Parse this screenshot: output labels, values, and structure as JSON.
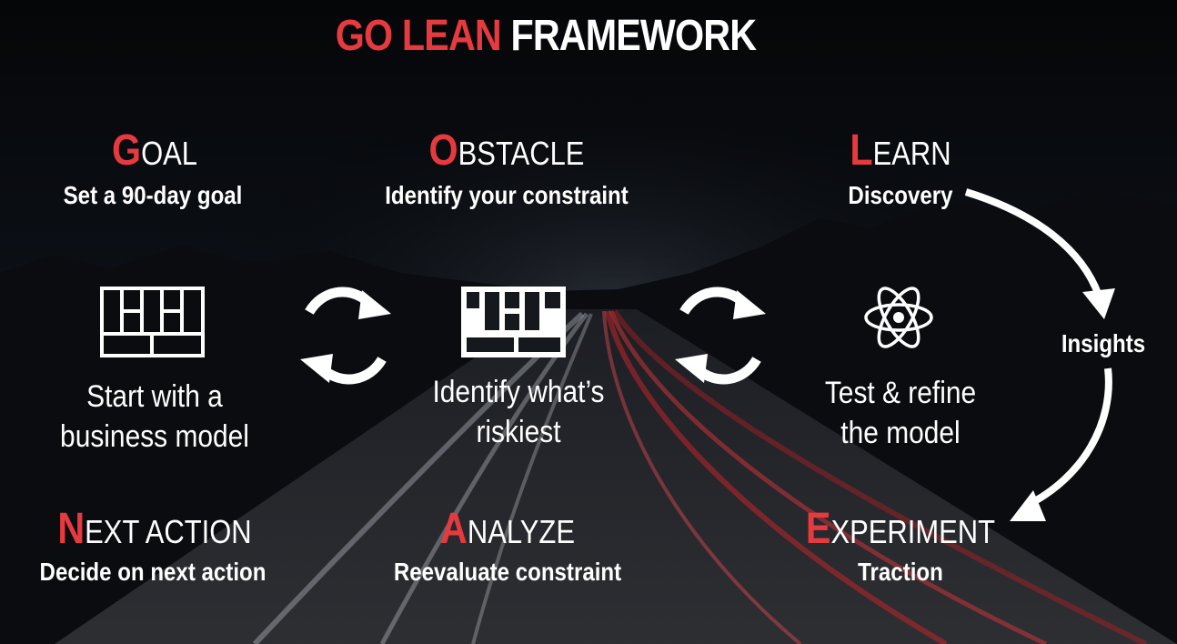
{
  "title": {
    "part1": "GO LEAN",
    "part2": "FRAMEWORK"
  },
  "steps": {
    "goal": {
      "initial": "G",
      "rest": "OAL",
      "sub": "Set a 90-day goal"
    },
    "obstacle": {
      "initial": "O",
      "rest": "BSTACLE",
      "sub": "Identify your constraint"
    },
    "learn": {
      "initial": "L",
      "rest": "EARN",
      "sub": "Discovery"
    },
    "next": {
      "initial": "N",
      "rest": "EXT ACTION",
      "sub": "Decide on next action"
    },
    "analyze": {
      "initial": "A",
      "rest": "NALYZE",
      "sub": "Reevaluate constraint"
    },
    "experiment": {
      "initial": "E",
      "rest": "XPERIMENT",
      "sub": "Traction"
    }
  },
  "center": {
    "left": {
      "line1": "Start with a",
      "line2": "business model"
    },
    "middle": {
      "line1": "Identify what’s",
      "line2": "riskiest"
    },
    "right": {
      "line1": "Test & refine",
      "line2": "the model"
    }
  },
  "insights_label": "Insights",
  "colors": {
    "accent": "#e63a3f",
    "text": "#ffffff",
    "background": "#07090d"
  },
  "icons": [
    "lean-canvas-icon",
    "lean-canvas-highlighted-icon",
    "atom-icon",
    "cycle-arrows-icon",
    "curved-arrow-icon"
  ]
}
